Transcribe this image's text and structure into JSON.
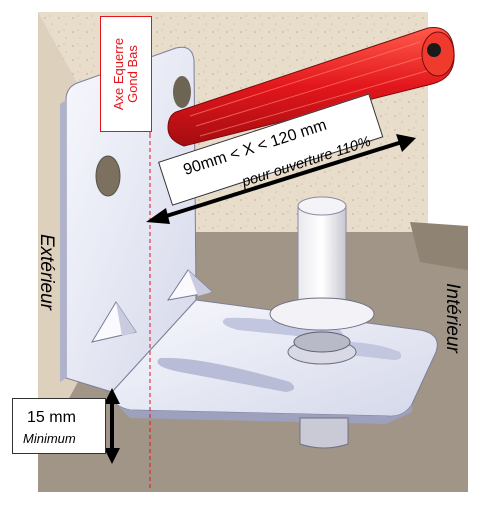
{
  "labels": {
    "axe_line1": "Axe Equerre",
    "axe_line2": "Gond Bas",
    "dimension_range": "90mm  < X < 120 mm",
    "opening": "pour ouverture 110%",
    "exterior": "Extérieur",
    "interior": "Intérieur",
    "min_value": "15 mm",
    "min_word": "Minimum"
  },
  "colors": {
    "wall": "#e7dccb",
    "ground": "#9f9485",
    "bracket": "#f3f4fb",
    "bracket_shadow": "#b8bcd6",
    "red_bolt": "#e2161c",
    "accent_line": "#e2161c",
    "arrow": "#000000"
  }
}
